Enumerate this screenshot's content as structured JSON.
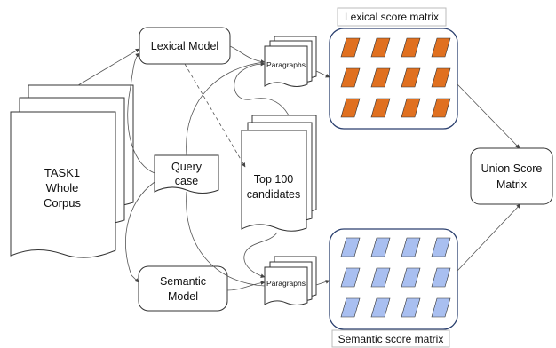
{
  "corpus": {
    "lines": [
      "TASK1",
      "Whole",
      "Corpus"
    ]
  },
  "lexical_model": {
    "label": "Lexical Model"
  },
  "semantic_model": {
    "lines": [
      "Semantic",
      "Model"
    ]
  },
  "query_case": {
    "lines": [
      "Query",
      "case"
    ]
  },
  "top_candidates": {
    "lines": [
      "Top 100",
      "candidates"
    ]
  },
  "lexical_paragraphs": {
    "label": "Paragraphs"
  },
  "semantic_paragraphs": {
    "label": "Paragraphs"
  },
  "lexical_matrix": {
    "title": "Lexical score matrix",
    "rows": 3,
    "cols": 4,
    "color": "#e07020"
  },
  "semantic_matrix": {
    "title": "Semantic score matrix",
    "rows": 3,
    "cols": 4,
    "color": "#a9bff0"
  },
  "union": {
    "lines": [
      "Union Score",
      "Matrix"
    ]
  }
}
